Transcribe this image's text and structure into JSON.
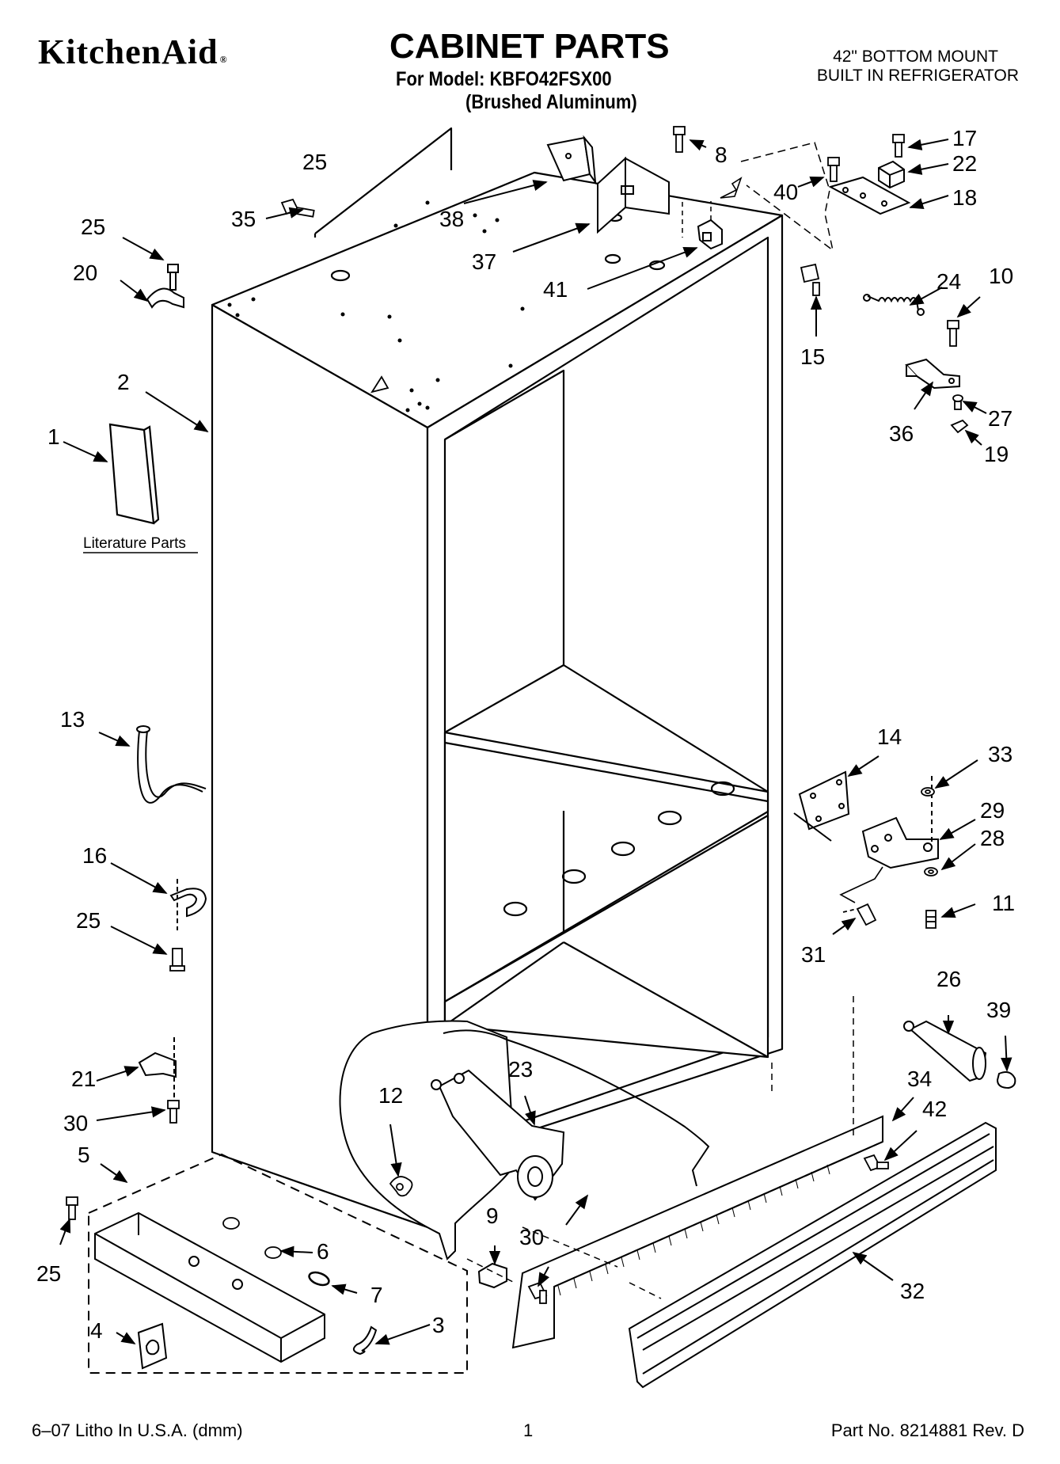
{
  "header": {
    "brand": "KitchenAid",
    "brand_mark": "®",
    "title": "CABINET PARTS",
    "model_line": "For Model: KBFO42FSX00",
    "finish_line": "(Brushed Aluminum)",
    "product_line1": "42\" BOTTOM MOUNT",
    "product_line2": "BUILT IN REFRIGERATOR"
  },
  "diagram": {
    "literature_label": "Literature Parts",
    "callouts": [
      "25",
      "25",
      "20",
      "35",
      "38",
      "37",
      "41",
      "8",
      "40",
      "17",
      "22",
      "18",
      "15",
      "24",
      "10",
      "36",
      "27",
      "19",
      "2",
      "1",
      "13",
      "14",
      "33",
      "29",
      "28",
      "11",
      "31",
      "16",
      "25",
      "21",
      "30",
      "5",
      "25",
      "4",
      "6",
      "7",
      "3",
      "12",
      "23",
      "9",
      "30",
      "26",
      "39",
      "34",
      "42",
      "32"
    ]
  },
  "footer": {
    "left": "6–07 Litho In U.S.A. (dmm)",
    "center": "1",
    "right": "Part No. 8214881 Rev. D"
  }
}
